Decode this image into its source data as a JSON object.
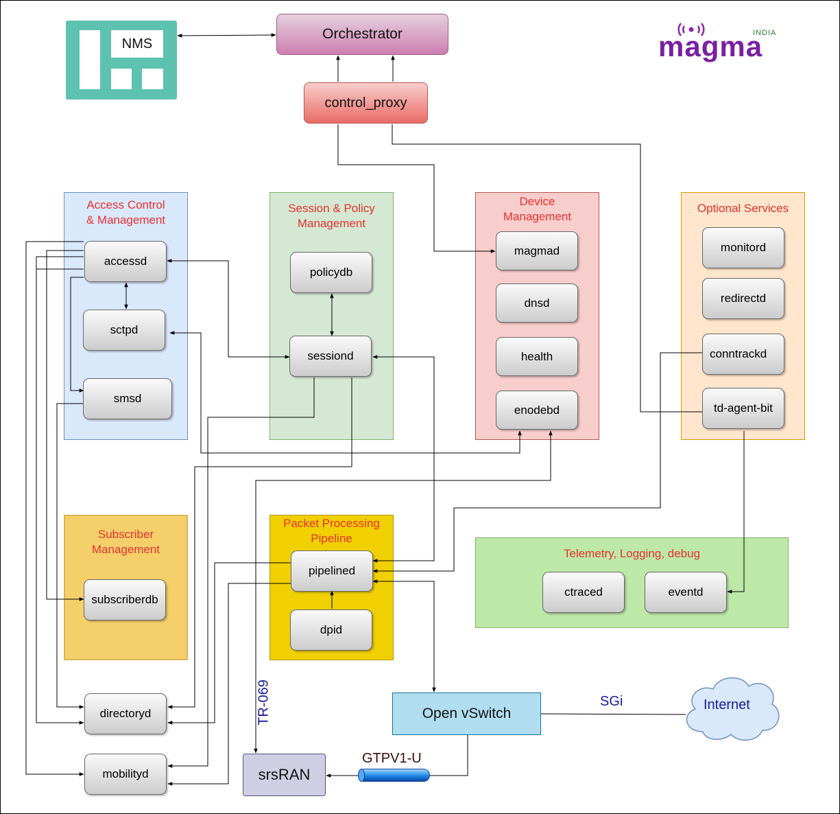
{
  "nms": {
    "label": "NMS"
  },
  "orchestrator": {
    "label": "Orchestrator"
  },
  "control_proxy": {
    "label": "control_proxy"
  },
  "logo": {
    "word": "magma",
    "tag": "INDIA"
  },
  "groups": {
    "access": {
      "title": "Access Control\n& Management"
    },
    "session": {
      "title": "Session & Policy\nManagement"
    },
    "device": {
      "title": "Device\nManagement"
    },
    "optional": {
      "title": "Optional Services"
    },
    "subscriber": {
      "title": "Subscriber\nManagement"
    },
    "packet": {
      "title": "Packet Processing\nPipeline"
    },
    "telemetry": {
      "title": "Telemetry, Logging, debug"
    }
  },
  "services": {
    "accessd": "accessd",
    "sctpd": "sctpd",
    "smsd": "smsd",
    "policydb": "policydb",
    "sessiond": "sessiond",
    "magmad": "magmad",
    "dnsd": "dnsd",
    "health": "health",
    "enodebd": "enodebd",
    "monitord": "monitord",
    "redirectd": "redirectd",
    "conntrackd": "conntrackd",
    "td_agent_bit": "td-agent-bit",
    "subscriberdb": "subscriberdb",
    "pipelined": "pipelined",
    "dpid": "dpid",
    "ctraced": "ctraced",
    "eventd": "eventd",
    "directoryd": "directoryd",
    "mobilityd": "mobilityd"
  },
  "nodes": {
    "ovs": "Open vSwitch",
    "srsran": "srsRAN",
    "internet": "Internet"
  },
  "edge_labels": {
    "tr069": "TR-069",
    "sgi": "SGi",
    "gtp": "GTPV1-U"
  },
  "colors": {
    "access_bg": "#dae8fc",
    "session_bg": "#d5e8d4",
    "device_bg": "#f8cecc",
    "optional_bg": "#ffe6cc",
    "subscriber_bg": "#f5d06a",
    "packet_bg": "#f0d000",
    "telemetry_bg": "#bde8a8",
    "nms": "#5ec2b0",
    "ovs": "#b1ddf0",
    "srsran": "#d0cee2",
    "group_title": "#e8312f",
    "label_blue": "#1a1a99",
    "logo_purple": "#7a1fa2"
  }
}
